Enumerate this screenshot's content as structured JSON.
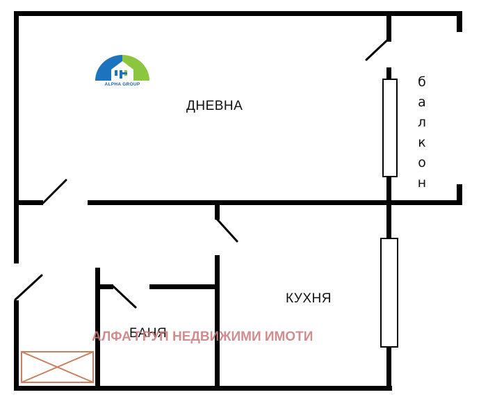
{
  "rooms": {
    "living": "ДНЕВНА",
    "balcony": "балкон",
    "kitchen": "КУХНЯ",
    "bathroom": "БАНЯ"
  },
  "logo": {
    "name": "ALPHA GROUP",
    "colors": [
      "#1e73be",
      "#8cc63f"
    ]
  },
  "watermark": "АЛФА ГРУП НЕДВИЖИМИ ИМОТИ",
  "colors": {
    "wall": "#000000",
    "watermark": "#c97a7a",
    "storage_box": "#c98060"
  }
}
